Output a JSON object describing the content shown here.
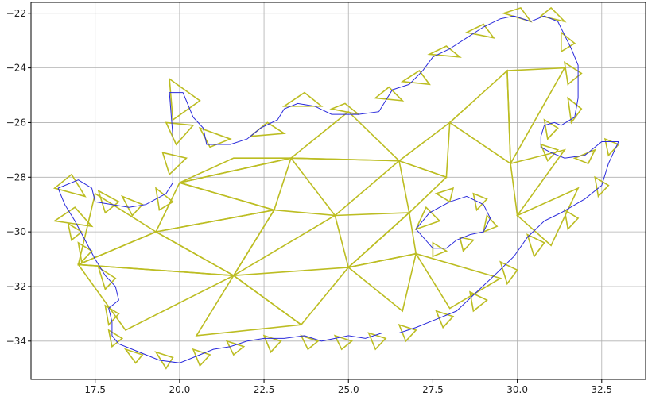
{
  "chart_data": {
    "type": "line",
    "title": "",
    "xlabel": "",
    "ylabel": "",
    "xlim": [
      15.6,
      33.8
    ],
    "ylim": [
      -35.4,
      -21.6
    ],
    "grid": true,
    "x_ticks": [
      {
        "value": 17.5,
        "label": "17.5"
      },
      {
        "value": 20.0,
        "label": "20.0"
      },
      {
        "value": 22.5,
        "label": "22.5"
      },
      {
        "value": 25.0,
        "label": "25.0"
      },
      {
        "value": 27.5,
        "label": "27.5"
      },
      {
        "value": 30.0,
        "label": "30.0"
      },
      {
        "value": 32.5,
        "label": "32.5"
      }
    ],
    "y_ticks": [
      {
        "value": -22,
        "label": "−22"
      },
      {
        "value": -24,
        "label": "−24"
      },
      {
        "value": -26,
        "label": "−26"
      },
      {
        "value": -28,
        "label": "−28"
      },
      {
        "value": -30,
        "label": "−30"
      },
      {
        "value": -32,
        "label": "−32"
      },
      {
        "value": -34,
        "label": "−34"
      }
    ],
    "series": [
      {
        "color": "#2b2bdc",
        "points": [
          [
            16.4,
            -28.4
          ],
          [
            17.0,
            -28.1
          ],
          [
            17.4,
            -28.4
          ],
          [
            17.5,
            -28.9
          ],
          [
            18.0,
            -29.0
          ],
          [
            18.5,
            -29.1
          ],
          [
            19.0,
            -29.0
          ],
          [
            19.6,
            -28.6
          ],
          [
            19.8,
            -28.2
          ],
          [
            19.8,
            -26.5
          ],
          [
            19.7,
            -24.9
          ],
          [
            20.1,
            -24.9
          ],
          [
            20.4,
            -25.8
          ],
          [
            20.7,
            -26.2
          ],
          [
            20.8,
            -26.8
          ],
          [
            21.5,
            -26.8
          ],
          [
            22.0,
            -26.6
          ],
          [
            22.4,
            -26.2
          ],
          [
            22.9,
            -25.9
          ],
          [
            23.1,
            -25.5
          ],
          [
            23.5,
            -25.3
          ],
          [
            24.0,
            -25.4
          ],
          [
            24.5,
            -25.7
          ],
          [
            25.3,
            -25.7
          ],
          [
            25.9,
            -25.6
          ],
          [
            26.3,
            -24.8
          ],
          [
            26.8,
            -24.6
          ],
          [
            27.2,
            -24.1
          ],
          [
            27.5,
            -23.6
          ],
          [
            28.0,
            -23.3
          ],
          [
            28.5,
            -22.9
          ],
          [
            29.0,
            -22.5
          ],
          [
            29.5,
            -22.2
          ],
          [
            29.9,
            -22.1
          ],
          [
            30.4,
            -22.3
          ],
          [
            30.8,
            -22.1
          ],
          [
            31.2,
            -22.3
          ],
          [
            31.4,
            -22.8
          ],
          [
            31.6,
            -23.3
          ],
          [
            31.8,
            -23.9
          ],
          [
            31.8,
            -25.1
          ],
          [
            31.7,
            -25.8
          ],
          [
            31.3,
            -26.1
          ],
          [
            31.1,
            -26.0
          ],
          [
            30.8,
            -26.1
          ],
          [
            30.7,
            -26.5
          ],
          [
            30.7,
            -26.9
          ],
          [
            31.0,
            -27.1
          ],
          [
            31.4,
            -27.3
          ],
          [
            32.0,
            -27.2
          ],
          [
            32.5,
            -26.7
          ],
          [
            33.0,
            -26.7
          ],
          [
            32.7,
            -27.5
          ],
          [
            32.5,
            -28.3
          ],
          [
            32.0,
            -28.8
          ],
          [
            31.3,
            -29.3
          ],
          [
            30.8,
            -29.6
          ],
          [
            30.3,
            -30.2
          ],
          [
            29.9,
            -30.9
          ],
          [
            29.4,
            -31.5
          ],
          [
            28.8,
            -32.2
          ],
          [
            28.2,
            -32.9
          ],
          [
            27.6,
            -33.2
          ],
          [
            27.0,
            -33.5
          ],
          [
            26.5,
            -33.7
          ],
          [
            26.0,
            -33.7
          ],
          [
            25.5,
            -33.9
          ],
          [
            25.0,
            -33.8
          ],
          [
            24.6,
            -33.9
          ],
          [
            24.2,
            -34.0
          ],
          [
            23.7,
            -33.8
          ],
          [
            23.1,
            -33.9
          ],
          [
            22.5,
            -33.9
          ],
          [
            22.0,
            -34.0
          ],
          [
            21.5,
            -34.2
          ],
          [
            21.0,
            -34.3
          ],
          [
            20.6,
            -34.5
          ],
          [
            20.0,
            -34.8
          ],
          [
            19.4,
            -34.7
          ],
          [
            19.0,
            -34.5
          ],
          [
            18.6,
            -34.3
          ],
          [
            18.2,
            -34.1
          ],
          [
            18.0,
            -33.8
          ],
          [
            18.0,
            -33.3
          ],
          [
            17.9,
            -32.8
          ],
          [
            18.2,
            -32.5
          ],
          [
            18.1,
            -32.0
          ],
          [
            17.8,
            -31.6
          ],
          [
            17.5,
            -31.0
          ],
          [
            17.2,
            -30.3
          ],
          [
            16.9,
            -29.6
          ],
          [
            16.6,
            -29.0
          ],
          [
            16.4,
            -28.4
          ]
        ]
      },
      {
        "color": "#2b2bdc",
        "points": [
          [
            27.0,
            -29.9
          ],
          [
            27.4,
            -29.3
          ],
          [
            28.0,
            -28.9
          ],
          [
            28.5,
            -28.7
          ],
          [
            29.0,
            -29.0
          ],
          [
            29.2,
            -29.5
          ],
          [
            29.0,
            -30.0
          ],
          [
            28.6,
            -30.1
          ],
          [
            28.2,
            -30.3
          ],
          [
            27.9,
            -30.6
          ],
          [
            27.5,
            -30.6
          ],
          [
            27.0,
            -29.9
          ]
        ]
      }
    ]
  }
}
